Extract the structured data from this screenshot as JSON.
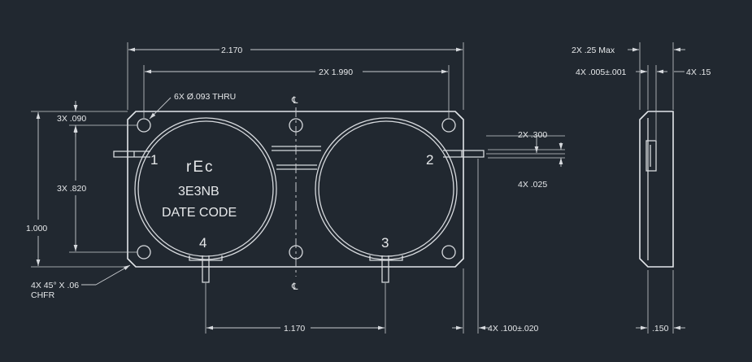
{
  "dimensions": {
    "overall_width": "2.170",
    "hole_spacing": "2X 1.990",
    "hole_note": "6X Ø.093 THRU",
    "hole_edge_offset": "3X .090",
    "hole_vertical_spacing": "3X .820",
    "overall_height": "1.000",
    "chamfer_note": "4X 45° X .06",
    "chamfer_note_2": "CHFR",
    "port_spacing": "1.170",
    "lead_offset": "4X .100±.020",
    "lead_height": "2X .300",
    "lead_width": "4X .025",
    "max_thickness": "2X .25 Max",
    "lead_thickness": "4X .005±.001",
    "side_thickness": "4X .15",
    "side_depth": ".150"
  },
  "labels": {
    "brand": "rEc",
    "model": "3E3NB",
    "date_code": "DATE CODE",
    "centerline_symbol": "℄",
    "port_1": "1",
    "port_2": "2",
    "port_3": "3",
    "port_4": "4"
  },
  "colors": {
    "background": "#212830",
    "line": "#d7dade"
  }
}
